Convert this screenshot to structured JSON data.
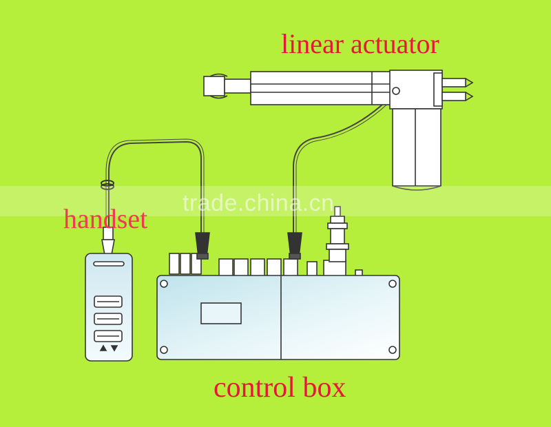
{
  "labels": {
    "linear_actuator": "linear actuator",
    "handset": "handset",
    "control_box": "control box"
  },
  "watermark": "trade.china.cn",
  "colors": {
    "background": "#b5ef3b",
    "label_text": "#e8173a",
    "device_fill": "#d9eef2",
    "device_stroke": "#333333"
  }
}
